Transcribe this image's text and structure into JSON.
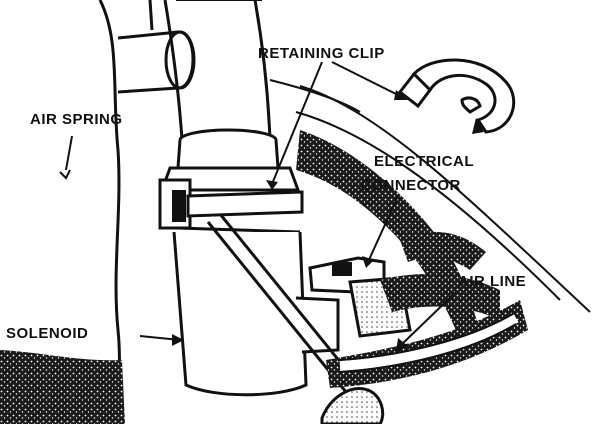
{
  "labels": {
    "retaining_clip": "RETAINING CLIP",
    "air_spring": "AIR SPRING",
    "electrical_connector_line1": "ELECTRICAL",
    "electrical_connector_line2": "CONNECTOR",
    "air_line": "AIR LINE",
    "solenoid": "SOLENOID"
  },
  "colors": {
    "ink": "#111111",
    "paper": "#ffffff",
    "stipple": "#1a1a1a"
  }
}
